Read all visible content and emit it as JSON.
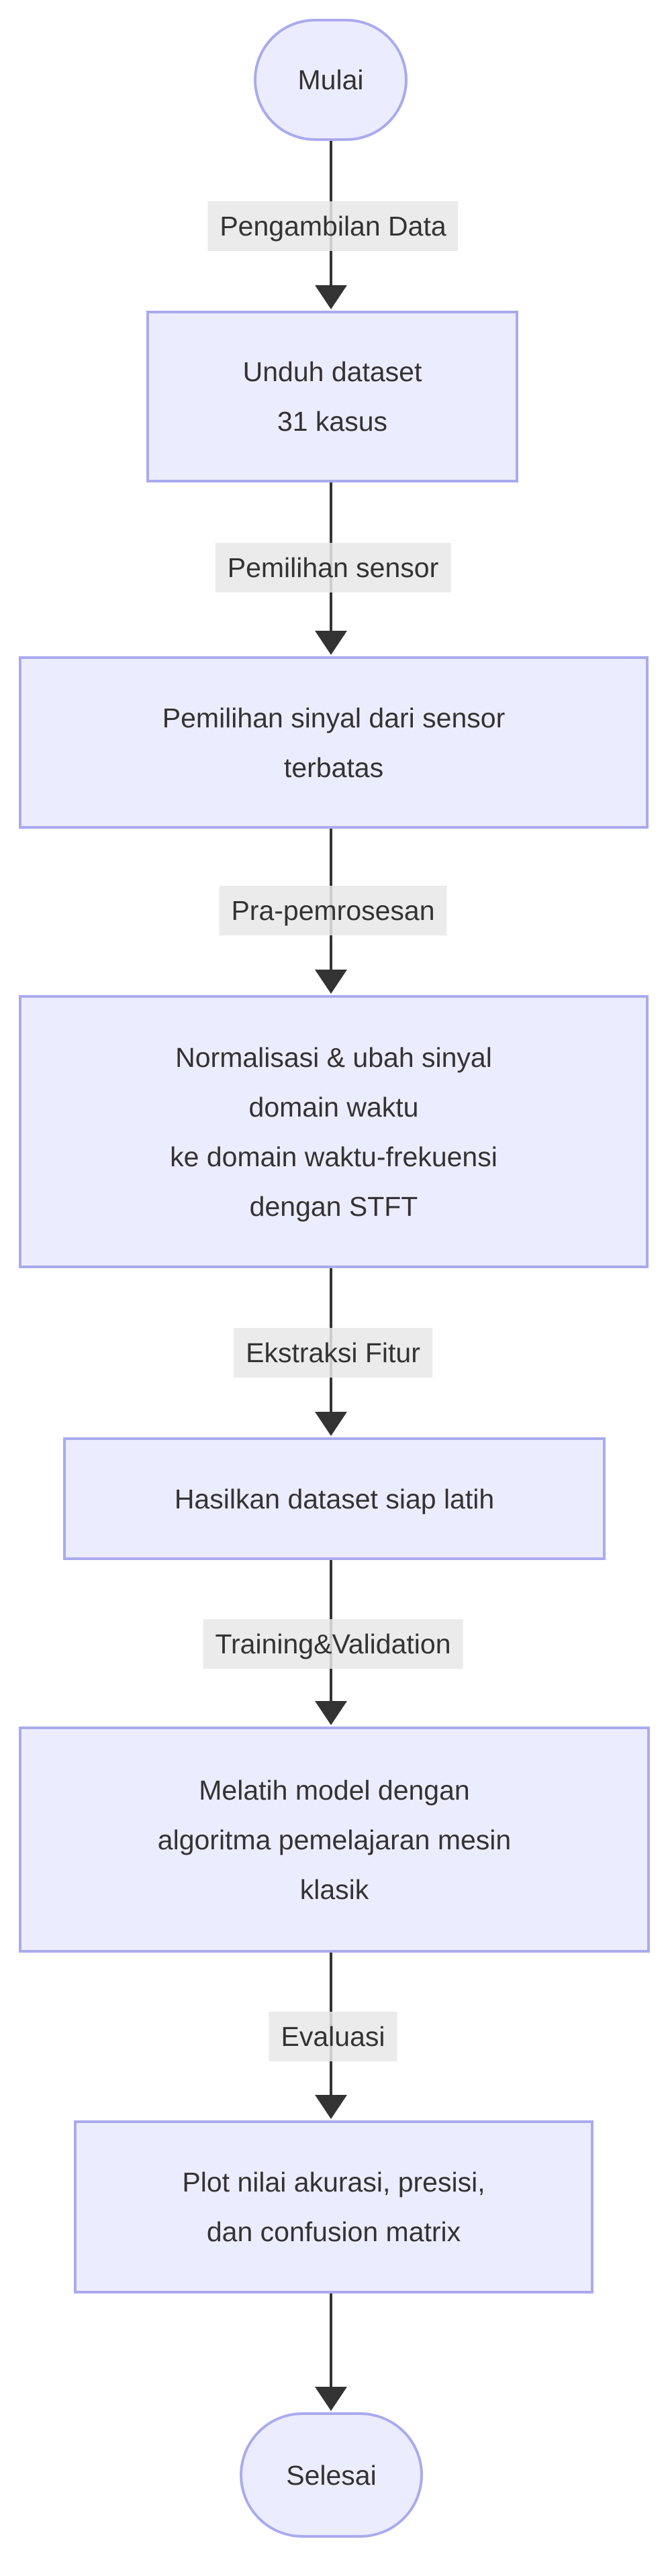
{
  "diagram": {
    "type": "flowchart",
    "orientation": "top-to-bottom",
    "background": "#ffffff"
  },
  "colors": {
    "node_fill": "#ECECFF",
    "node_border": "#AAAAEE",
    "node_text": "#333333",
    "edge_line": "#333333",
    "arrow_head": "#333333",
    "edge_label_bg": "#E8E8E8",
    "edge_label_text": "#333333"
  },
  "flowchart": {
    "start": "Mulai",
    "end": "Selesai",
    "nodes": [
      {
        "lines": [
          "Unduh dataset",
          "31 kasus"
        ]
      },
      {
        "lines": [
          "Pemilihan sinyal dari sensor",
          "terbatas"
        ]
      },
      {
        "lines": [
          "Normalisasi & ubah sinyal",
          "domain waktu",
          "ke domain waktu-frekuensi",
          "dengan STFT"
        ]
      },
      {
        "lines": [
          "Hasilkan dataset siap latih"
        ]
      },
      {
        "lines": [
          "Melatih model dengan",
          "algoritma pemelajaran mesin",
          "klasik"
        ]
      },
      {
        "lines": [
          "Plot nilai akurasi, presisi,",
          "dan confusion matrix"
        ]
      }
    ],
    "edge_labels": [
      "Pengambilan Data",
      "Pemilihan sensor",
      "Pra-pemrosesan",
      "Ekstraksi Fitur",
      "Training&Validation",
      "Evaluasi"
    ]
  }
}
